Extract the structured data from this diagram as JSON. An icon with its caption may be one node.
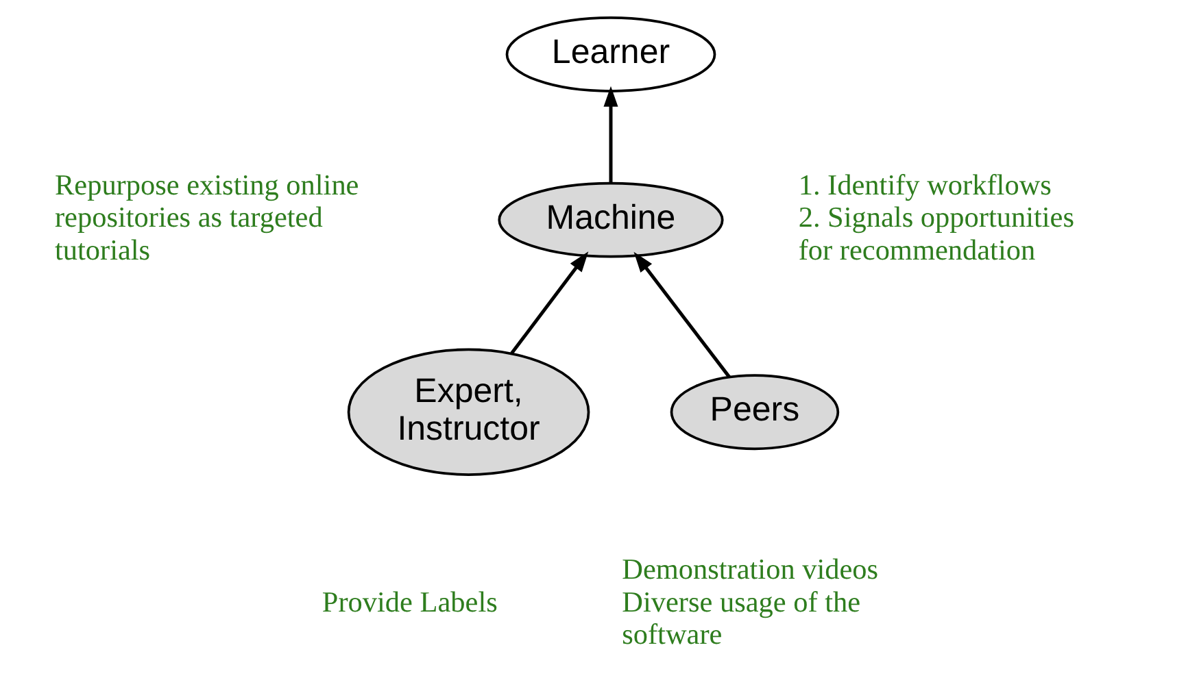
{
  "diagram": {
    "nodes": [
      {
        "text": [
          "Learner"
        ]
      },
      {
        "text": [
          "Machine"
        ]
      },
      {
        "text": [
          "Expert, Instructor"
        ],
        "beside": [
          "Provide Labels"
        ]
      },
      {
        "text": [
          "Peers"
        ],
        "beside": [
          "Demonstration videos",
          "Diverse usage of the software"
        ]
      }
    ],
    "edges": [
      {
        "from": 1,
        "to": 0,
        "arrow": "to"
      },
      {
        "from": 2,
        "to": 1,
        "arrow": "to"
      },
      {
        "from": 3,
        "to": 1,
        "arrow": "to"
      }
    ],
    "labels": [
      "Repurpose existing online repositories as targeted tutorials",
      "1. Identify workflows",
      "2. Signals opportunities for recommendation"
    ]
  }
}
